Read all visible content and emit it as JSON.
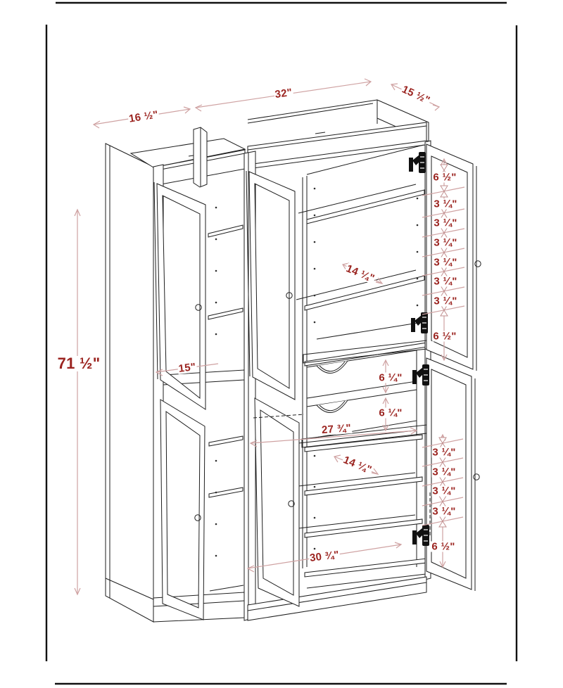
{
  "drawing": {
    "type": "furniture-dimension-diagram",
    "subject": "pantry storage cabinet with open doors, shelves and drawers"
  },
  "colors": {
    "line": "#1e1e1e",
    "dimension_line": "#cfa2a2",
    "label_text": "#9b2420",
    "background": "#ffffff"
  },
  "labels": [
    {
      "name": "dim-top-depth-left",
      "text": "16 ½\""
    },
    {
      "name": "dim-top-width",
      "text": "32\""
    },
    {
      "name": "dim-top-depth-right",
      "text": "15 ½\""
    },
    {
      "name": "dim-total-height",
      "text": "71 ½\""
    },
    {
      "name": "dim-shelf-depth-upper",
      "text": "14 ¼\""
    },
    {
      "name": "dim-left-shelf-depth",
      "text": "15\""
    },
    {
      "name": "dim-drawer-one-height",
      "text": "6 ¼\""
    },
    {
      "name": "dim-drawer-two-height",
      "text": "6 ¼\""
    },
    {
      "name": "dim-interior-width",
      "text": "27 ¾\""
    },
    {
      "name": "dim-shelf-depth-lower",
      "text": "14 ¼\""
    },
    {
      "name": "dim-bottom-width",
      "text": "30 ¾\""
    }
  ],
  "chains": {
    "upper": [
      "6 ½\"",
      "3 ¼\"",
      "3 ¼\"",
      "3 ¼\"",
      "3 ¼\"",
      "3 ¼\"",
      "3 ¼\"",
      "6 ½\""
    ],
    "lower": [
      "3 ¼\"",
      "3 ¼\"",
      "3 ¼\"",
      "3 ¼\"",
      "6 ½\""
    ]
  }
}
